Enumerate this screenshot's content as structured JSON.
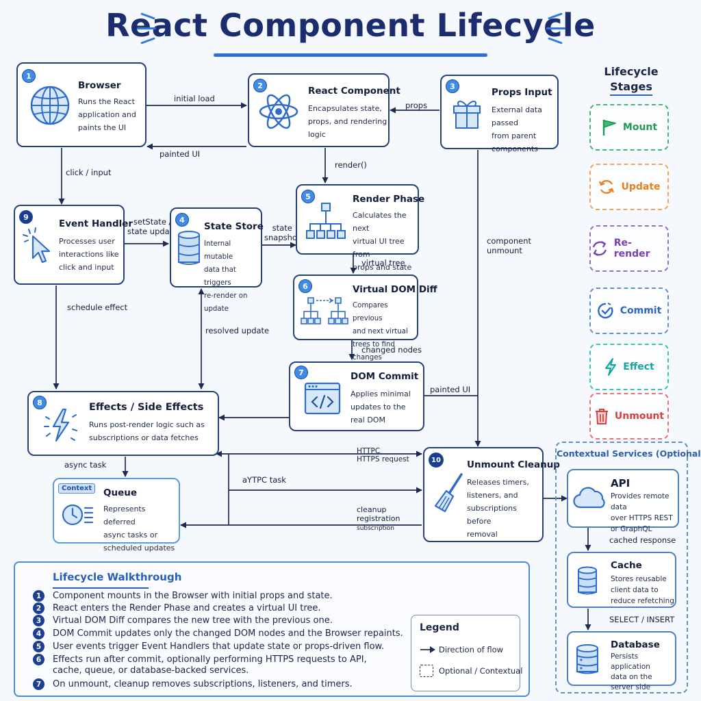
{
  "title": "React Component Lifecycle",
  "nodes": {
    "browser": {
      "badge": "1",
      "title": "Browser",
      "desc": [
        "Runs the React",
        "application and",
        "paints the UI"
      ]
    },
    "component": {
      "badge": "2",
      "title": "React Component",
      "desc": [
        "Encapsulates state,",
        "props, and rendering",
        "logic"
      ]
    },
    "props": {
      "badge": "3",
      "title": "Props Input",
      "desc": [
        "External data passed",
        "from parent",
        "components"
      ]
    },
    "state": {
      "badge": "4",
      "title": "State Store",
      "desc": [
        "Internal mutable",
        "data that triggers",
        "re-render on update"
      ]
    },
    "render": {
      "badge": "5",
      "title": "Render Phase",
      "desc": [
        "Calculates the next",
        "virtual UI tree from",
        "props and state"
      ]
    },
    "diff": {
      "badge": "6",
      "title": "Virtual DOM Diff",
      "desc": [
        "Compares previous",
        "and next virtual",
        "trees to find changes"
      ]
    },
    "commit": {
      "badge": "7",
      "title": "DOM Commit",
      "desc": [
        "Applies minimal",
        "updates to the",
        "real DOM"
      ]
    },
    "effects": {
      "badge": "8",
      "title": "Effects / Side Effects",
      "desc": [
        "Runs post-render logic such as",
        "subscriptions or data fetches"
      ]
    },
    "handler": {
      "badge": "9",
      "title": "Event Handler",
      "desc": [
        "Processes user",
        "interactions like",
        "click and input"
      ]
    },
    "unmount": {
      "badge": "10",
      "title": "Unmount Cleanup",
      "desc": [
        "Releases timers,",
        "listeners, and",
        "subscriptions before",
        "removal"
      ]
    },
    "queue": {
      "tag": "Context",
      "title": "Queue",
      "desc": [
        "Represents deferred",
        "async tasks or",
        "scheduled updates"
      ]
    }
  },
  "edges": {
    "initial_load": "initial load",
    "painted_ui_1": "painted UI",
    "props": "props",
    "click_input": "click / input",
    "render": "render()",
    "set_state": [
      "setState /",
      "state update"
    ],
    "state_snapshot": [
      "state",
      "snapshot"
    ],
    "component_unmount": [
      "component",
      "unmount"
    ],
    "virtual_tree": "virtual tree",
    "schedule_effect": "schedule effect",
    "resolved_update": "resolved update",
    "changed_nodes": "changed nodes",
    "painted_ui_2": "painted UI",
    "async_task": "async task",
    "https_request": [
      "HTTPC",
      "HTTPS request"
    ],
    "async_task_2": "aYTPC task",
    "cleanup": [
      "cleanup",
      "registration",
      "subscription"
    ],
    "cached_response": "cached response",
    "select_insert": "SELECT / INSERT"
  },
  "stages": {
    "title": [
      "Lifecycle",
      "Stages"
    ],
    "items": [
      {
        "label": "Mount",
        "icon": "flag-icon",
        "color": "#1e9a55"
      },
      {
        "label": "Update",
        "icon": "refresh-icon",
        "color": "#ea7f1c"
      },
      {
        "label": "Re-render",
        "icon": "cycle-icon",
        "color": "#7a3fb5"
      },
      {
        "label": "Commit",
        "icon": "check-timer-icon",
        "color": "#2e66c4"
      },
      {
        "label": "Effect",
        "icon": "lightning-icon",
        "color": "#14a59a"
      },
      {
        "label": "Unmount",
        "icon": "trash-icon",
        "color": "#dc3d3d"
      }
    ]
  },
  "services": {
    "title": "Contextual Services (Optional)",
    "api": {
      "title": "API",
      "desc": [
        "Provides remote data",
        "over HTTPS REST",
        "or GraphQL"
      ]
    },
    "cache": {
      "title": "Cache",
      "desc": [
        "Stores reusable",
        "client data to",
        "reduce refetching"
      ]
    },
    "database": {
      "title": "Database",
      "desc": [
        "Persists application",
        "data on the",
        "server side"
      ]
    }
  },
  "walkthrough": {
    "title": "Lifecycle Walkthrough",
    "items": [
      {
        "num": "1",
        "text": "Component mounts in the Browser with initial props and state."
      },
      {
        "num": "2",
        "text": "React enters the Render Phase and creates a virtual UI tree."
      },
      {
        "num": "3",
        "text": "Virtual DOM Diff compares the new tree with the previous one."
      },
      {
        "num": "4",
        "text": "DOM Commit updates only the changed DOM nodes and the Browser repaints."
      },
      {
        "num": "5",
        "text": "User events trigger Event Handlers that update state or props-driven flow."
      },
      {
        "num": "6",
        "text": "Effects run after commit, optionally performing HTTPS requests to API, cache, queue, or database-backed services."
      },
      {
        "num": "7",
        "text": "On unmount, cleanup removes subscriptions, listeners, and timers."
      }
    ]
  },
  "legend": {
    "title": "Legend",
    "flow": "Direction of flow",
    "optional": "Optional / Contextual"
  },
  "colors": {
    "primary": "#26407a",
    "accent": "#3f8be6",
    "title": "#1c2d6e"
  }
}
